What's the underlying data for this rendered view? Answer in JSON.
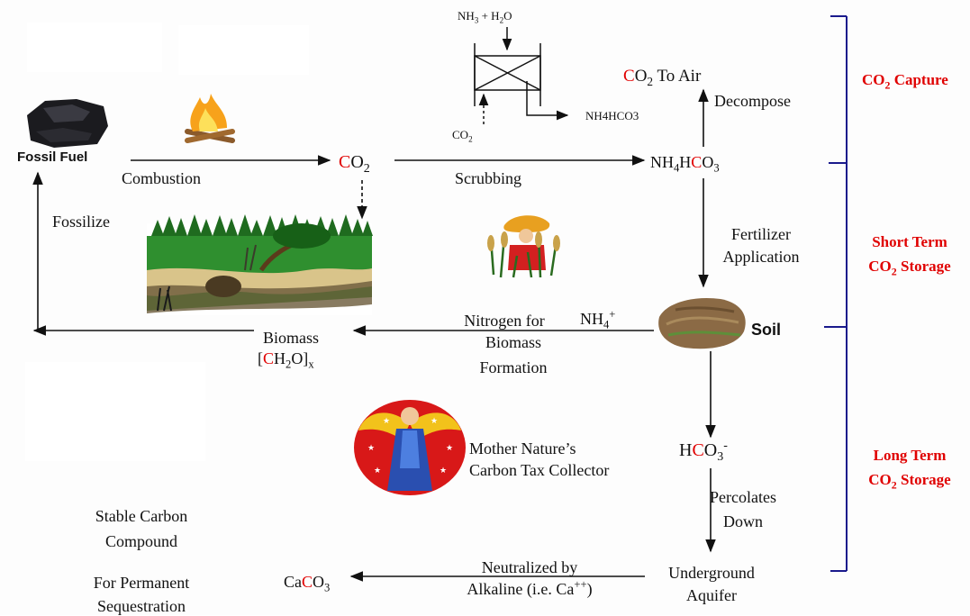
{
  "labels": {
    "nh3_h2o": {
      "a": "NH",
      "b": "3",
      "c": " + H",
      "d": "2",
      "e": "O"
    },
    "co2_scrubber": {
      "a": "CO",
      "b": "2"
    },
    "nh4hco3_out": "NH4HCO3",
    "co2_to_air": {
      "a": "C",
      "b": "O",
      "c": "2",
      "d": " To Air"
    },
    "decompose": "Decompose",
    "fossil_fuel": "Fossil Fuel",
    "combustion": "Combustion",
    "co2_main": {
      "a": "C",
      "b": "O",
      "c": "2"
    },
    "scrubbing": "Scrubbing",
    "nh4hco3_main": {
      "a": "NH",
      "b": "4",
      "c": "H",
      "d": "C",
      "e": "O",
      "f": "3"
    },
    "fossilize": "Fossilize",
    "fertilizer": {
      "line1": "Fertilizer",
      "line2": "Application"
    },
    "nitrogen": {
      "line1": "Nitrogen for",
      "line2": "Biomass",
      "line3": "Formation"
    },
    "nh4_plus": {
      "a": "NH",
      "b": "4",
      "c": "+"
    },
    "soil": "Soil",
    "biomass": {
      "line1": "Biomass",
      "a": "[",
      "b": "C",
      "c": "H",
      "d": "2",
      "e": "O]",
      "f": "x"
    },
    "hco3": {
      "a": "H",
      "b": "C",
      "c": "O",
      "d": "3",
      "e": "-"
    },
    "mother_nature": {
      "line1": "Mother Nature’s",
      "line2": "Carbon Tax Collector"
    },
    "percolates": {
      "line1": "Percolates",
      "line2": "Down"
    },
    "stable": {
      "line1": "Stable Carbon",
      "line2": "Compound"
    },
    "permanent": {
      "line1": "For Permanent",
      "line2": "Sequestration"
    },
    "caco3": {
      "a": "Ca",
      "b": "C",
      "c": "O",
      "d": "3"
    },
    "neutralized": {
      "line1": "Neutralized by",
      "line2": "Alkaline (i.e. Ca",
      "line2_sup": "++",
      "line2_end": ")"
    },
    "underground": {
      "line1": "Underground",
      "line2": "Aquifer"
    },
    "capture": {
      "a": "CO",
      "b": "2",
      "c": " Capture"
    },
    "short_term": {
      "line1": "Short Term",
      "a": "CO",
      "b": "2",
      "c": " Storage"
    },
    "long_term": {
      "line1": "Long Term",
      "a": "CO",
      "b": "2",
      "c": " Storage"
    }
  },
  "colors": {
    "red_text": "#e00000",
    "bracket": "#1a1a8c",
    "arrow": "#111111",
    "tree_green": "#2f8f2f",
    "soil_brown": "#8b6a45",
    "angel_red": "#d81818",
    "angel_blue": "#2a4fb0"
  },
  "icons": [
    "fossil-fuel-rock-icon",
    "campfire-icon",
    "forest-biomass-icon",
    "farmer-crops-icon",
    "soil-patch-icon",
    "mother-nature-angel-icon",
    "scrubber-tower-icon"
  ]
}
